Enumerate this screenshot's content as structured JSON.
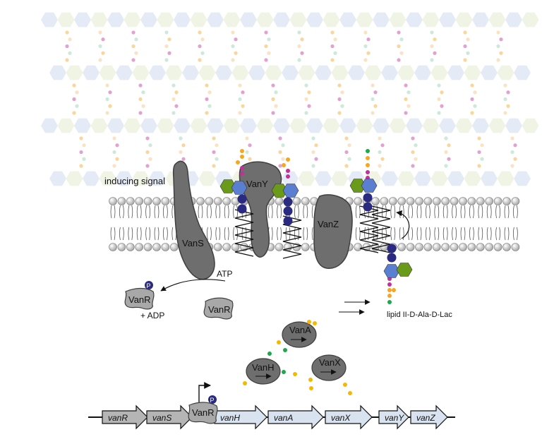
{
  "labels": {
    "inducing_signal": "inducing signal",
    "atp": "ATP",
    "adp": "+ ADP",
    "lipid": "lipid II-D-Ala-D-Lac",
    "phospho": "P"
  },
  "proteins": {
    "vans": "VanS",
    "vany": "VanY",
    "vanz": "VanZ",
    "vanr": "VanR",
    "vanh": "VanH",
    "vana": "VanA",
    "vanx": "VanX"
  },
  "genes": [
    "vanR",
    "vanS",
    "vanH",
    "vanA",
    "vanX",
    "vanY",
    "vanZ"
  ],
  "colors": {
    "protein": "#6e6e6e",
    "vanr": "#a8a8a8",
    "gene_dark": "#b5b5b5",
    "gene_light": "#d9e3ef",
    "nag": "#c5d5ef",
    "nam": "#dfe8c4",
    "dark_blue": "#2a2a80",
    "green_hex": "#6a9a1a",
    "blue_hex": "#5a7fd0",
    "orange": "#f5a623",
    "magenta": "#c0329a",
    "green_dot": "#1aaa4a",
    "yellow": "#f5b800"
  }
}
